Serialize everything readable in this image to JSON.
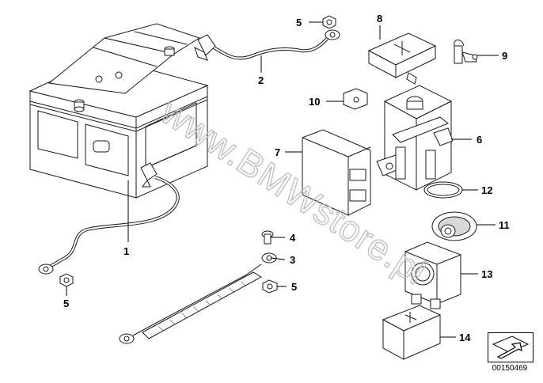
{
  "watermark": "www.BMWstore.pl",
  "diagram_id": "00150469",
  "callouts": [
    {
      "id": "1",
      "part": "ground-cable"
    },
    {
      "id": "2",
      "part": "battery-positive-cable"
    },
    {
      "id": "3",
      "part": "ground-strap"
    },
    {
      "id": "4",
      "part": "bolt"
    },
    {
      "id": "5",
      "part": "nut"
    },
    {
      "id": "6",
      "part": "terminal-holder"
    },
    {
      "id": "7",
      "part": "bracket"
    },
    {
      "id": "8",
      "part": "positive-terminal-cover"
    },
    {
      "id": "9",
      "part": "wire-connector"
    },
    {
      "id": "10",
      "part": "nut-square"
    },
    {
      "id": "11",
      "part": "grommet"
    },
    {
      "id": "12",
      "part": "seal-ring"
    },
    {
      "id": "13",
      "part": "clamp-housing"
    },
    {
      "id": "14",
      "part": "terminal-cap"
    }
  ]
}
